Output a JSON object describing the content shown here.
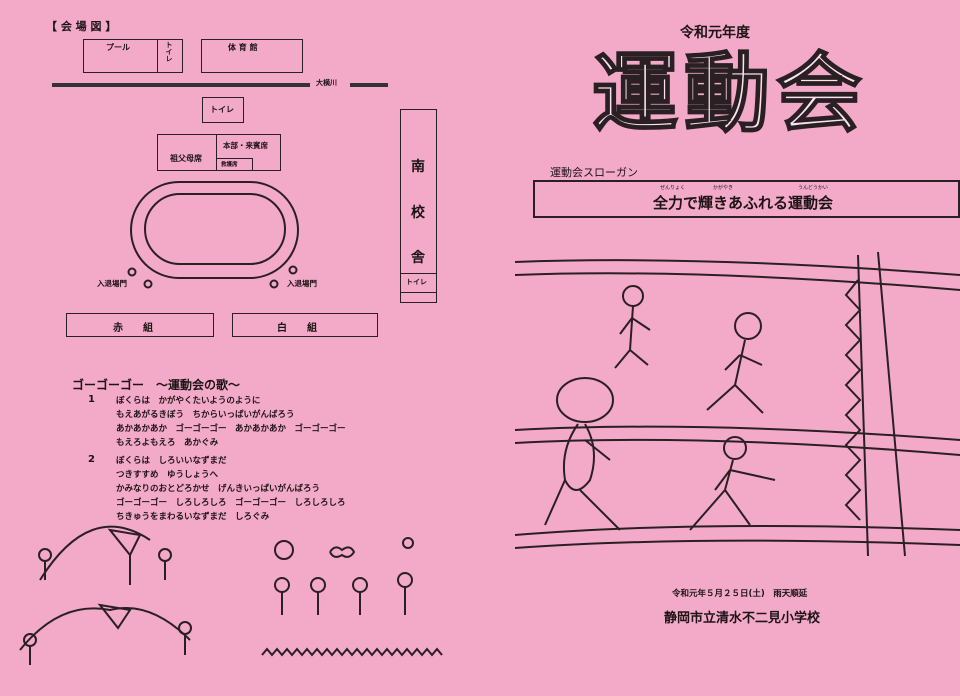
{
  "map": {
    "heading": "【 会 場 図 】",
    "pool": "プール",
    "toilet_vertical": "トイレ",
    "gym": "体 育 館",
    "river": "大横川",
    "toilet": "トイレ",
    "hq": "本部・来賓席",
    "grandparents": "祖父母席",
    "first_aid": "救護席",
    "gate_left": "入退場門",
    "gate_right": "入退場門",
    "red_team": "赤　　組",
    "white_team": "白　　組",
    "south_building": [
      "南",
      "校",
      "舎"
    ],
    "south_toilet": "トイレ"
  },
  "song": {
    "title": "ゴーゴーゴー　～運動会の歌～",
    "verses": [
      {
        "number": "1",
        "lines": [
          "ぼくらは　かがやくたいようのように",
          "もえあがるきぼう　ちからいっぱいがんばろう",
          "あかあかあか　ゴーゴーゴー　あかあかあか　ゴーゴーゴー",
          "もえろよもえろ　あかぐみ"
        ]
      },
      {
        "number": "2",
        "lines": [
          "ぼくらは　しろいいなずまだ",
          "つきすすめ　ゆうしょうへ",
          "かみなりのおとどろかせ　げんきいっぱいがんばろう",
          "ゴーゴーゴー　しろしろしろ　ゴーゴーゴー　しろしろしろ",
          "ちきゅうをまわるいなずまだ　しろぐみ"
        ]
      }
    ]
  },
  "cover": {
    "year": "令和元年度",
    "title": "運動会",
    "slogan_label": "運動会スローガン",
    "slogan": "全力で輝きあふれる運動会",
    "slogan_ruby": [
      "ぜんりょく",
      "かがやき",
      "うんどうかい"
    ],
    "date": "令和元年５月２５日(土)　雨天順延",
    "school": "静岡市立清水不二見小学校"
  }
}
